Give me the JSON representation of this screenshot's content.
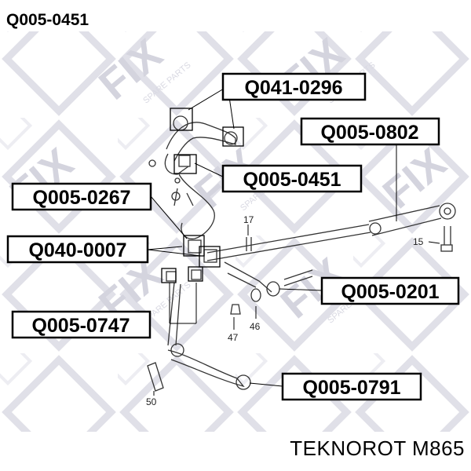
{
  "title": "Q005-0451",
  "brand_line": "TEKNOROT M865",
  "watermark": {
    "text": "FIX",
    "sub": "SPARE PARTS",
    "color": "#c9c9d6"
  },
  "callouts": [
    {
      "id": "q041-0296",
      "label": "Q041-0296"
    },
    {
      "id": "q005-0802",
      "label": "Q005-0802"
    },
    {
      "id": "q005-0451",
      "label": "Q005-0451"
    },
    {
      "id": "q005-0267",
      "label": "Q005-0267"
    },
    {
      "id": "q040-0007",
      "label": "Q040-0007"
    },
    {
      "id": "q005-0201",
      "label": "Q005-0201"
    },
    {
      "id": "q005-0747",
      "label": "Q005-0747"
    },
    {
      "id": "q005-0791",
      "label": "Q005-0791"
    }
  ],
  "part_numbers": {
    "n17": "17",
    "n15": "15",
    "n47": "47",
    "n46": "46",
    "n50": "50"
  }
}
